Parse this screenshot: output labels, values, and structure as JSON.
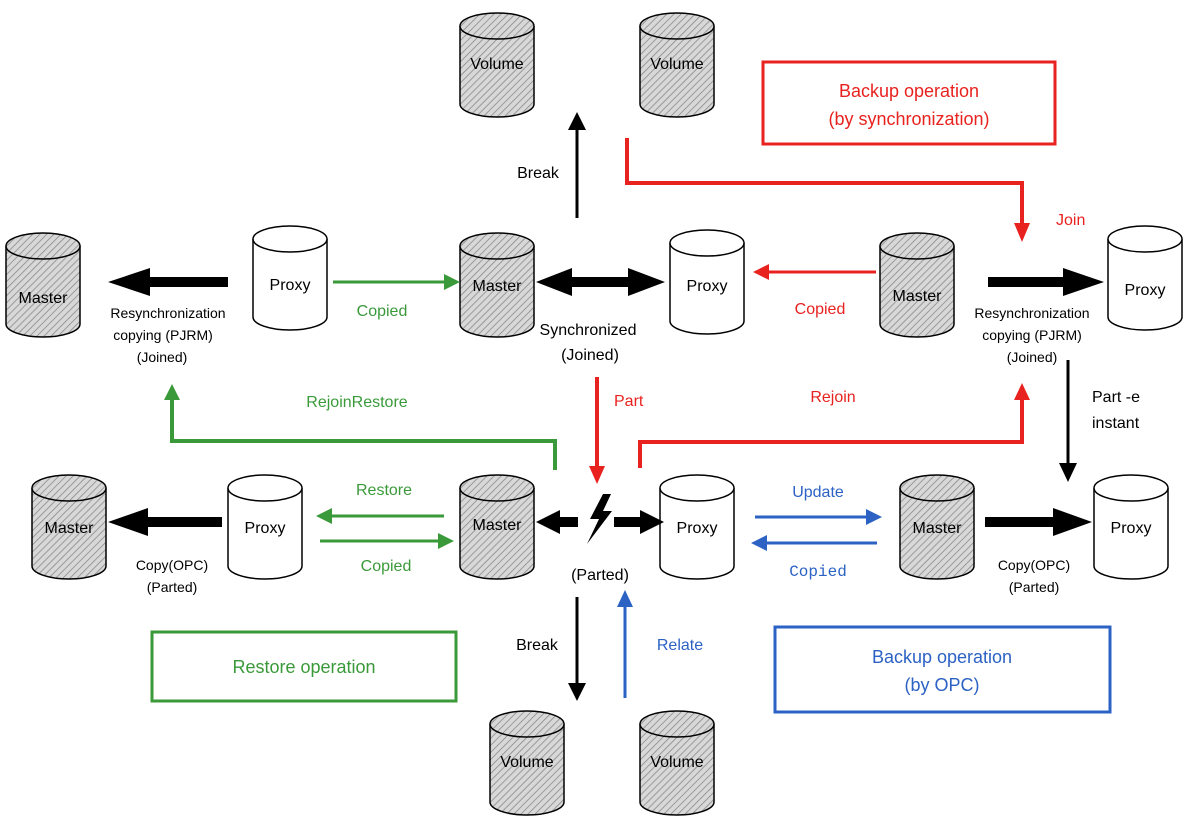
{
  "colors": {
    "black": "#000000",
    "red": "#e8221f",
    "green": "#3a9a3a",
    "blue": "#2b62c4",
    "cyl_fill_hatched": "#d8d8d8",
    "cyl_fill_white": "#ffffff"
  },
  "cylinders": {
    "volume": "Volume",
    "master": "Master",
    "proxy": "Proxy"
  },
  "boxes": {
    "backup_sync": [
      "Backup operation",
      "(by synchronization)"
    ],
    "restore": "Restore operation",
    "backup_opc": [
      "Backup operation",
      "(by OPC)"
    ]
  },
  "labels": {
    "break_top": "Break",
    "break_bottom": "Break",
    "join": "Join",
    "copied_green_top": "Copied",
    "copied_red_top": "Copied",
    "resync_left": [
      "Resynchronization",
      "copying (PJRM)",
      "(Joined)"
    ],
    "resync_right": [
      "Resynchronization",
      "copying (PJRM)",
      "(Joined)"
    ],
    "synchronized": [
      "Synchronized",
      "(Joined)"
    ],
    "rejoin_restore": "RejoinRestore",
    "part": "Part",
    "rejoin": "Rejoin",
    "part_e": [
      "Part -e",
      "instant"
    ],
    "restore": "Restore",
    "copied_green_bottom": "Copied",
    "update": "Update",
    "copied_blue": "Copied",
    "copy_opc_left": [
      "Copy(OPC)",
      "(Parted)"
    ],
    "copy_opc_right": [
      "Copy(OPC)",
      "(Parted)"
    ],
    "parted": "(Parted)",
    "relate": "Relate"
  }
}
